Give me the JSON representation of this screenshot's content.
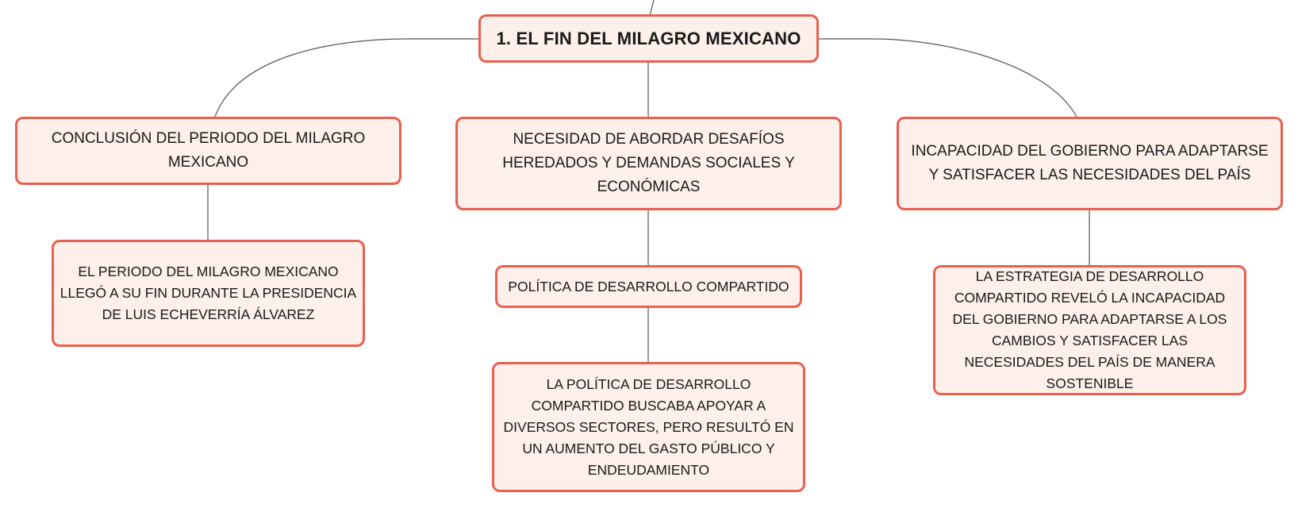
{
  "theme": {
    "node_fill": "#fdefe9",
    "node_border": "#e9604f",
    "connector_color": "#555555",
    "text_color": "#1a1a1a"
  },
  "map": {
    "root": {
      "label": "1. EL FIN DEL MILAGRO MEXICANO"
    },
    "branches": [
      {
        "label": "CONCLUSIÓN DEL PERIODO DEL MILAGRO MEXICANO",
        "children": [
          "EL PERIODO DEL MILAGRO MEXICANO LLEGÓ A SU FIN DURANTE LA PRESIDENCIA DE LUIS ECHEVERRÍA ÁLVAREZ"
        ]
      },
      {
        "label": "NECESIDAD DE ABORDAR DESAFÍOS HEREDADOS Y DEMANDAS SOCIALES Y ECONÓMICAS",
        "children": [
          "POLÍTICA DE DESARROLLO COMPARTIDO",
          "LA POLÍTICA DE DESARROLLO COMPARTIDO BUSCABA APOYAR A DIVERSOS SECTORES, PERO RESULTÓ EN UN AUMENTO DEL GASTO PÚBLICO Y ENDEUDAMIENTO"
        ]
      },
      {
        "label": "INCAPACIDAD DEL GOBIERNO PARA ADAPTARSE Y SATISFACER LAS NECESIDADES DEL PAÍS",
        "children": [
          "LA ESTRATEGIA DE DESARROLLO COMPARTIDO REVELÓ LA INCAPACIDAD DEL GOBIERNO PARA ADAPTARSE A LOS CAMBIOS Y SATISFACER LAS NECESIDADES DEL PAÍS DE MANERA SOSTENIBLE"
        ]
      }
    ]
  }
}
